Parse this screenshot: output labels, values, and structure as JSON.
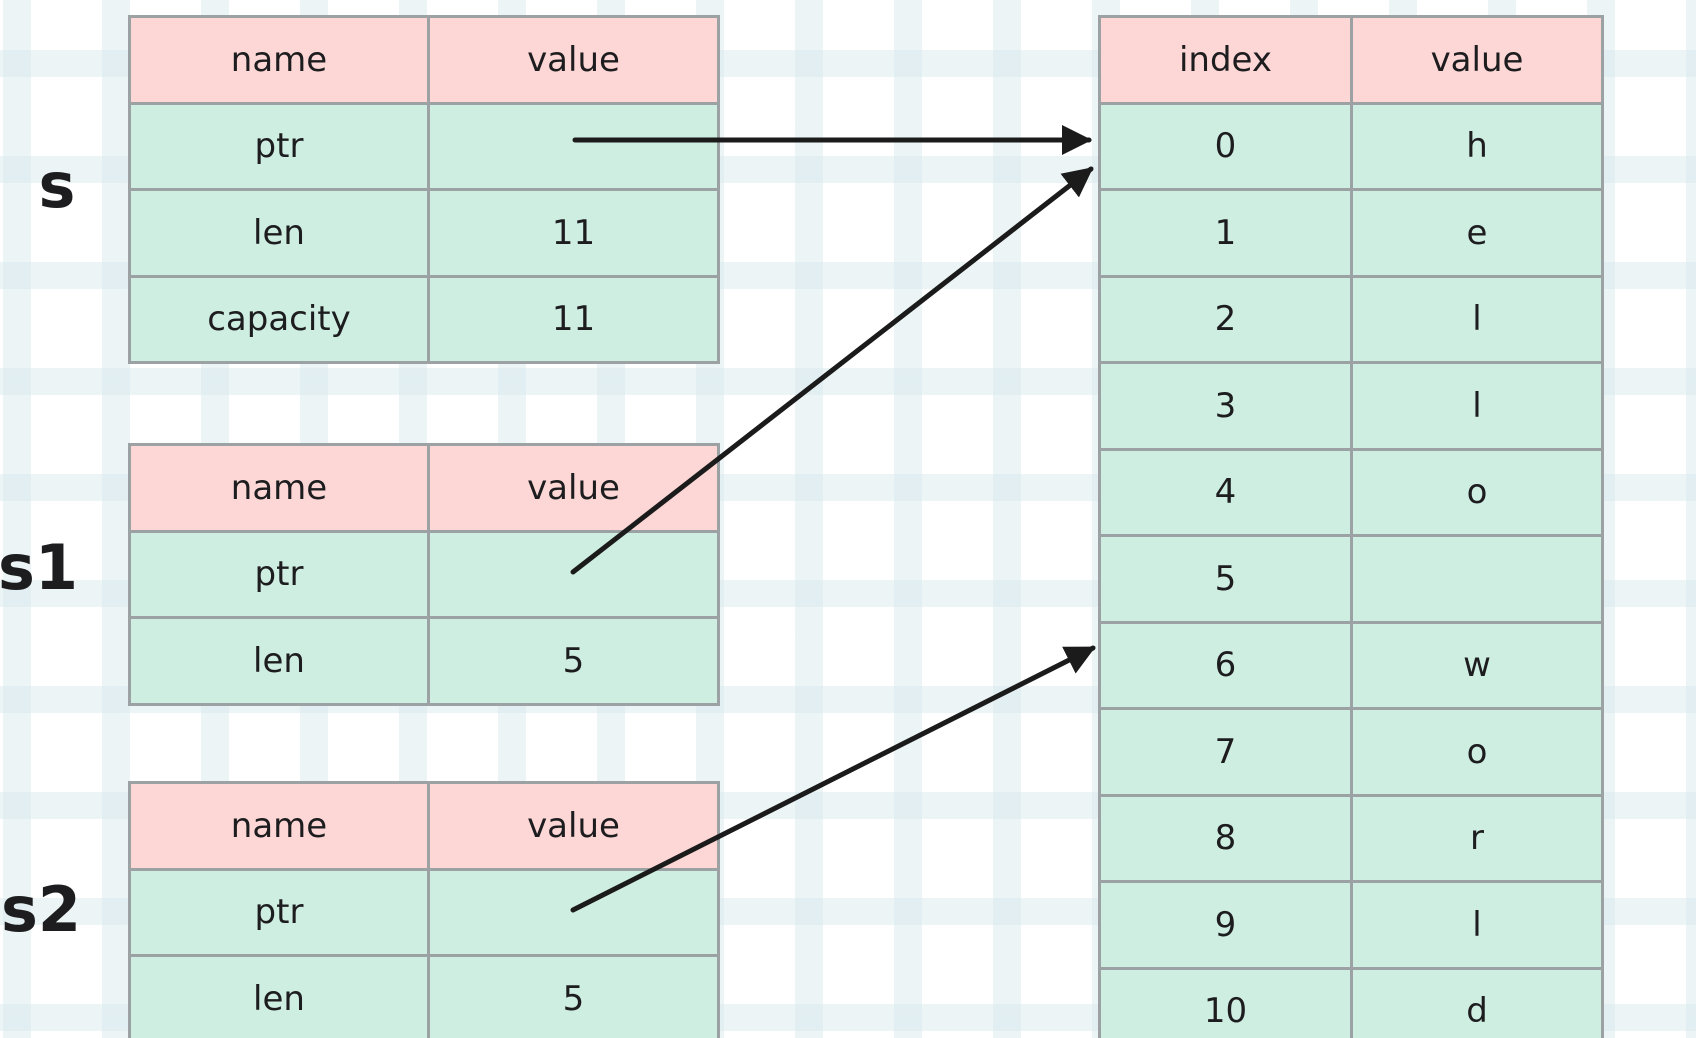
{
  "colors": {
    "header_fill": "#fcd7d5",
    "cell_fill": "#cfeee2",
    "border": "#9ca1a4",
    "text": "#1d1d1f",
    "arrow": "#1b1b1b"
  },
  "labels": {
    "s": "s",
    "s1": "s1",
    "s2": "s2"
  },
  "tables": {
    "s": {
      "headers": {
        "name": "name",
        "value": "value"
      },
      "rows": [
        {
          "name": "ptr",
          "value": ""
        },
        {
          "name": "len",
          "value": "11"
        },
        {
          "name": "capacity",
          "value": "11"
        }
      ]
    },
    "s1": {
      "headers": {
        "name": "name",
        "value": "value"
      },
      "rows": [
        {
          "name": "ptr",
          "value": ""
        },
        {
          "name": "len",
          "value": "5"
        }
      ]
    },
    "s2": {
      "headers": {
        "name": "name",
        "value": "value"
      },
      "rows": [
        {
          "name": "ptr",
          "value": ""
        },
        {
          "name": "len",
          "value": "5"
        }
      ]
    }
  },
  "heap": {
    "headers": {
      "index": "index",
      "value": "value"
    },
    "rows": [
      {
        "index": "0",
        "value": "h"
      },
      {
        "index": "1",
        "value": "e"
      },
      {
        "index": "2",
        "value": "l"
      },
      {
        "index": "3",
        "value": "l"
      },
      {
        "index": "4",
        "value": "o"
      },
      {
        "index": "5",
        "value": " "
      },
      {
        "index": "6",
        "value": "w"
      },
      {
        "index": "7",
        "value": "o"
      },
      {
        "index": "8",
        "value": "r"
      },
      {
        "index": "9",
        "value": "l"
      },
      {
        "index": "10",
        "value": "d"
      }
    ]
  },
  "pointers": [
    {
      "from": "s.ptr",
      "to": "index 0"
    },
    {
      "from": "s1.ptr",
      "to": "index 0"
    },
    {
      "from": "s2.ptr",
      "to": "index 6"
    }
  ]
}
